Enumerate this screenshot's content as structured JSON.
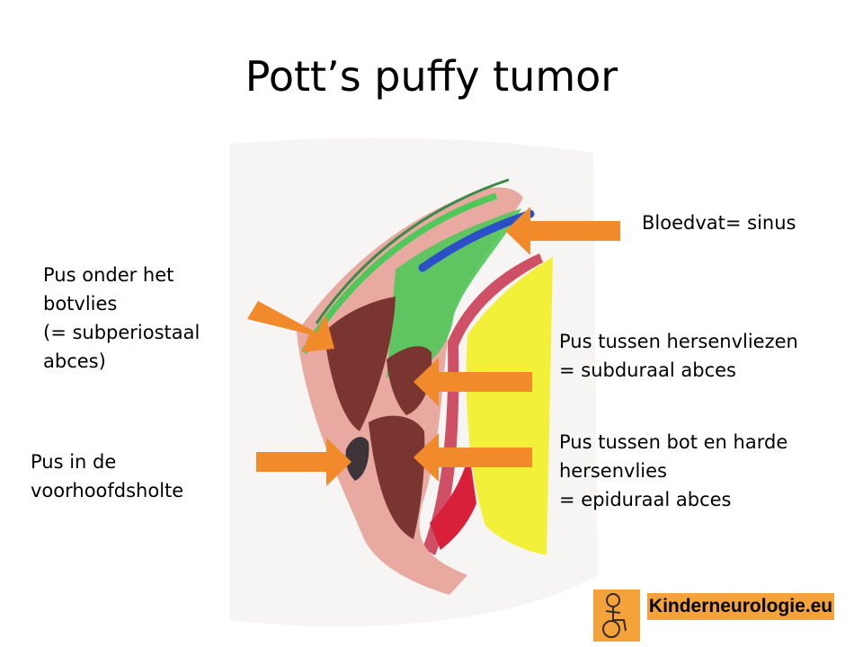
{
  "title": "Pott’s puffy tumor",
  "labels": {
    "sinus": [
      "Bloedvat= sinus"
    ],
    "subperiosteal": [
      "Pus onder het",
      "botvlies",
      "(= subperiostaal",
      "abces)"
    ],
    "subdural": [
      "Pus tussen hersenvliezen",
      "= subduraal abces"
    ],
    "epidural": [
      "Pus tussen bot en harde",
      "hersenvlies",
      "= epiduraal abces"
    ],
    "frontal_sinus": [
      "Pus in de",
      "voorhoofdsholte"
    ]
  },
  "logo": {
    "text": "Kinderneurologie.eu",
    "icon": "child-wheelchair-icon"
  },
  "colors": {
    "arrow": "#f08a2a",
    "pus": "#7a3530",
    "tissue": "#e8a9a0",
    "green_layer": "#4fc85a",
    "blue_vessel": "#2a4fc8",
    "yellow_brain": "#f3f03a",
    "red_layer": "#d8203a",
    "logo_bg": "#f3a33a"
  }
}
